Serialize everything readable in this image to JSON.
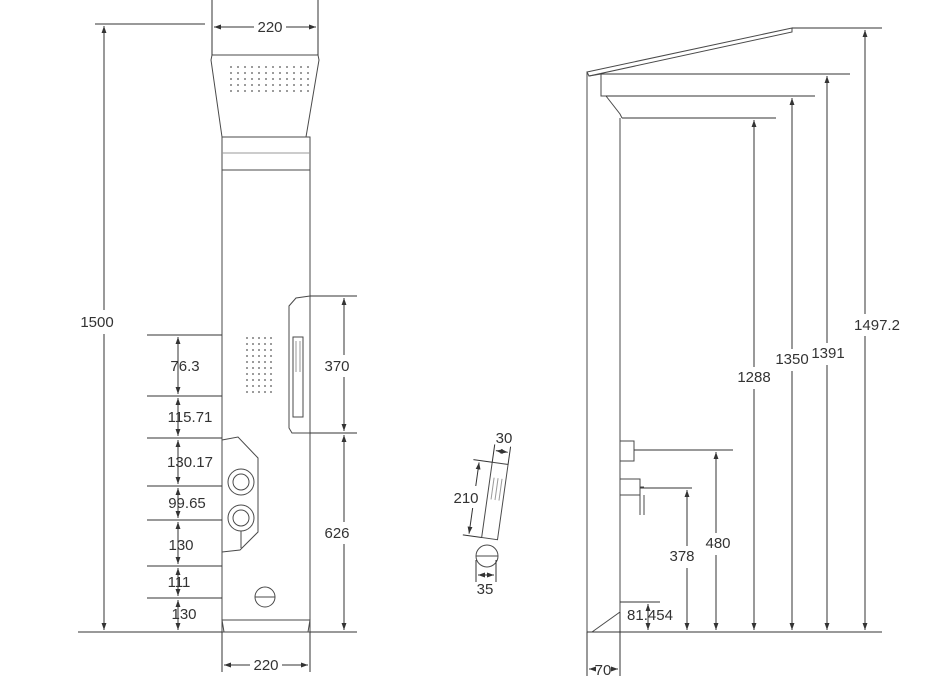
{
  "front_view": {
    "dims": {
      "top_width": "220",
      "bottom_width": "220",
      "total_height": "1500",
      "handshower_holder": "370",
      "lower_section": "626",
      "seg_1": "76.3",
      "seg_2": "115.71",
      "seg_3": "130.17",
      "seg_4": "99.65",
      "seg_5": "130",
      "seg_6": "111",
      "seg_7": "130"
    }
  },
  "hand_shower": {
    "dims": {
      "width_top": "30",
      "length": "210",
      "width_bottom": "35"
    }
  },
  "side_view": {
    "dims": {
      "h_1497": "1497.2",
      "h_1391": "1391",
      "h_1350": "1350",
      "h_1288": "1288",
      "h_480": "480",
      "h_378": "378",
      "h_81": "81.454",
      "depth": "70"
    }
  }
}
